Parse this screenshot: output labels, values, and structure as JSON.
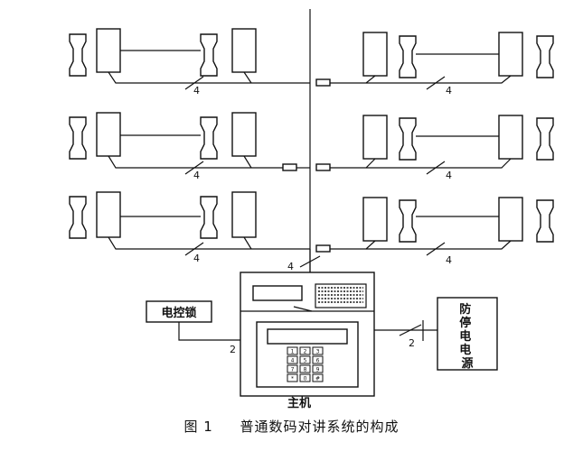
{
  "wire_counts": {
    "bus_4": "4",
    "lock_2": "2",
    "power_2": "2"
  },
  "host": {
    "label": "主机",
    "keypad_keys": [
      "1",
      "2",
      "3",
      "4",
      "5",
      "6",
      "7",
      "8",
      "9",
      "*",
      "0",
      "#"
    ]
  },
  "lock": {
    "label": "电控锁"
  },
  "power": {
    "label": "防停电电源",
    "lines": [
      "防",
      "停",
      "电",
      "电",
      "源"
    ]
  },
  "caption": {
    "figure": "图 1",
    "title": "普通数码对讲系统的构成"
  }
}
